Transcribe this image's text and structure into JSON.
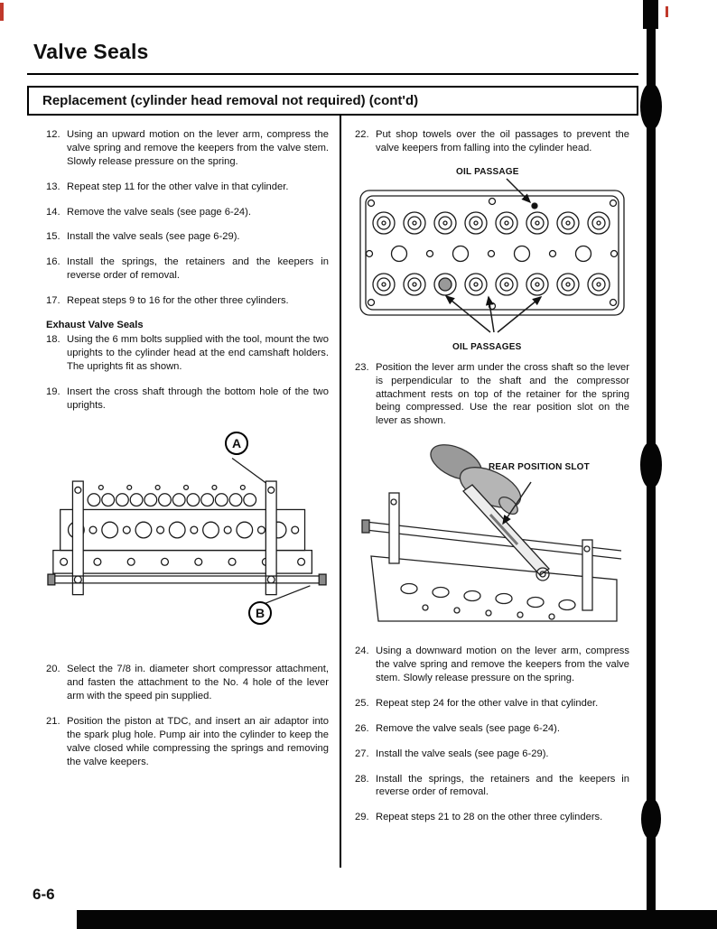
{
  "page": {
    "title": "Valve Seals",
    "section_header": "Replacement (cylinder head removal not required) (cont'd)",
    "page_number": "6-6"
  },
  "left": {
    "steps_a": [
      {
        "num": "12.",
        "text": "Using an upward motion on the lever arm, compress the valve spring and remove the keepers from the valve stem. Slowly release pressure on the spring."
      },
      {
        "num": "13.",
        "text": "Repeat step 11 for the other valve in that cylinder."
      },
      {
        "num": "14.",
        "text": "Remove the valve seals (see page 6-24)."
      },
      {
        "num": "15.",
        "text": "Install the valve seals (see page 6-29)."
      },
      {
        "num": "16.",
        "text": "Install the springs, the retainers and the keepers in reverse order of removal."
      },
      {
        "num": "17.",
        "text": "Repeat steps 9 to 16 for the other three cylinders."
      }
    ],
    "subheading": "Exhaust Valve Seals",
    "steps_b": [
      {
        "num": "18.",
        "text": "Using the 6 mm bolts supplied with the tool, mount the two uprights to the cylinder head at the end camshaft holders. The uprights fit as shown."
      },
      {
        "num": "19.",
        "text": "Insert the cross shaft through the bottom hole of the two uprights."
      }
    ],
    "figure": {
      "callout_a": "A",
      "callout_b": "B"
    },
    "steps_c": [
      {
        "num": "20.",
        "text": "Select the 7/8 in. diameter short compressor attachment, and fasten the attachment to the No. 4 hole of the lever arm with the speed pin supplied."
      },
      {
        "num": "21.",
        "text": "Position the piston at TDC, and insert an air adaptor into the spark plug hole. Pump air into the cylinder to keep the valve closed while compressing the springs and removing the valve keepers."
      }
    ]
  },
  "right": {
    "steps_a": [
      {
        "num": "22.",
        "text": "Put shop towels over the oil passages to prevent the valve keepers from falling into the cylinder head."
      }
    ],
    "figure1": {
      "label_top": "OIL PASSAGE",
      "label_bottom": "OIL PASSAGES"
    },
    "steps_b": [
      {
        "num": "23.",
        "text": "Position the lever arm under the cross shaft so the lever is perpendicular to the shaft and the compressor attachment rests on top of the retainer for the spring being compressed. Use the rear position slot on the lever as shown."
      }
    ],
    "figure2": {
      "label": "REAR POSITION SLOT"
    },
    "steps_c": [
      {
        "num": "24.",
        "text": "Using a downward motion on the lever arm, compress the valve spring and remove the keepers from the valve stem. Slowly release pressure on the spring."
      },
      {
        "num": "25.",
        "text": "Repeat step 24 for the other valve in that cylinder."
      },
      {
        "num": "26.",
        "text": "Remove the valve seals (see page 6-24)."
      },
      {
        "num": "27.",
        "text": "Install the valve seals (see page 6-29)."
      },
      {
        "num": "28.",
        "text": "Install the springs, the retainers and the keepers in reverse order of removal."
      },
      {
        "num": "29.",
        "text": "Repeat steps 21 to 28 on the other three cylinders."
      }
    ]
  }
}
